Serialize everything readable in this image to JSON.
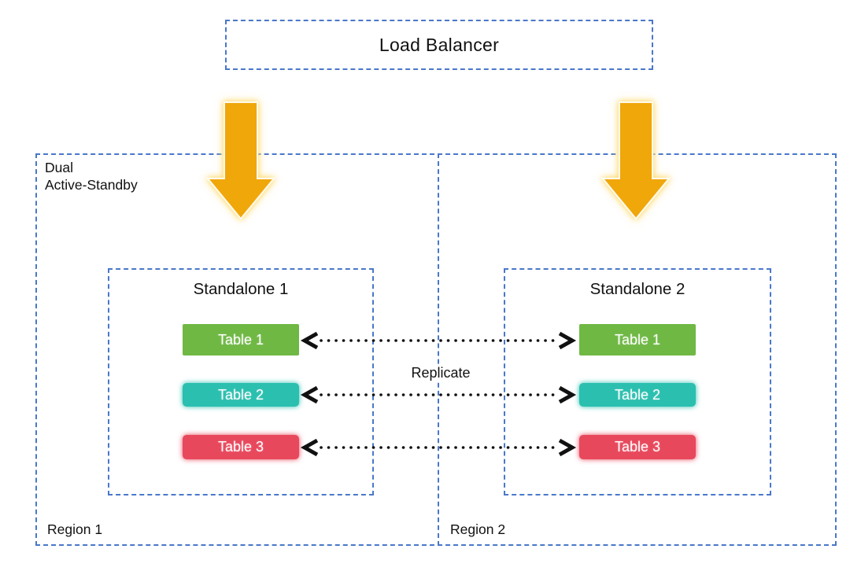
{
  "colors": {
    "border_blue": "#4a77c9",
    "arrow_gold": "#f0a70a",
    "arrow_glow": "#ffd966",
    "connector_black": "#111111",
    "table_green": "#6fb844",
    "table_teal": "#2bbfaf",
    "table_red": "#e8485c"
  },
  "load_balancer": {
    "label": "Load Balancer"
  },
  "group": {
    "line1": "Dual",
    "line2": "Active-Standby"
  },
  "replicate": {
    "label": "Replicate"
  },
  "regions": [
    {
      "label": "Region 1",
      "standalone": {
        "title": "Standalone 1",
        "tables": [
          {
            "label": "Table 1",
            "color": "#6fb844"
          },
          {
            "label": "Table 2",
            "color": "#2bbfaf"
          },
          {
            "label": "Table 3",
            "color": "#e8485c"
          }
        ]
      }
    },
    {
      "label": "Region 2",
      "standalone": {
        "title": "Standalone 2",
        "tables": [
          {
            "label": "Table 1",
            "color": "#6fb844"
          },
          {
            "label": "Table 2",
            "color": "#2bbfaf"
          },
          {
            "label": "Table 3",
            "color": "#e8485c"
          }
        ]
      }
    }
  ]
}
